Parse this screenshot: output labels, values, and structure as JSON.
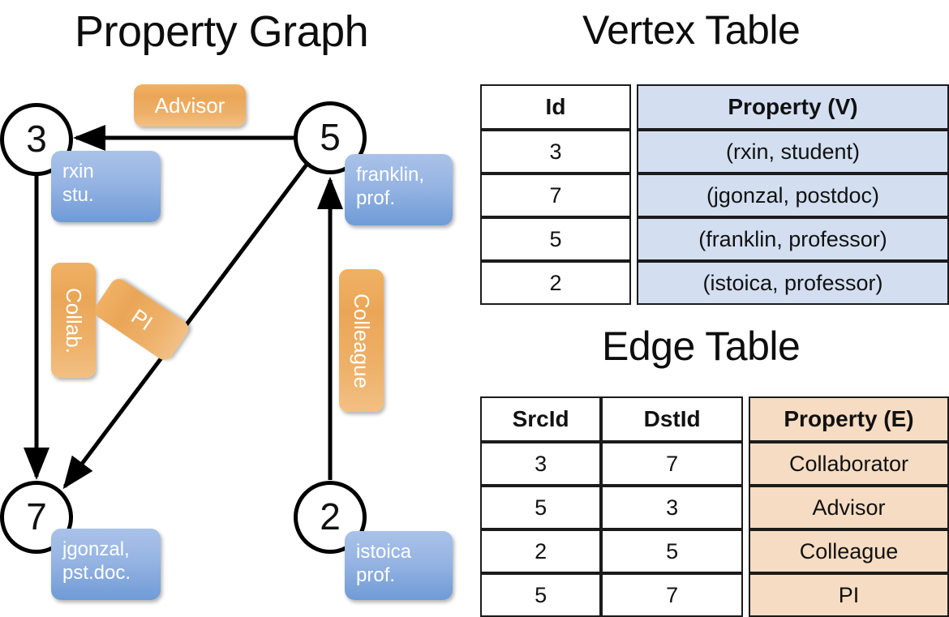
{
  "titles": {
    "graph": "Property Graph",
    "vertex_table": "Vertex Table",
    "edge_table": "Edge Table"
  },
  "colors": {
    "vertex_property_fill": "#d3dff1",
    "edge_property_fill": "#f6dcc2",
    "node_bubble_blue": "#7ba3da",
    "edge_chip_orange": "#eeab5f",
    "stroke": "#000000"
  },
  "graph": {
    "nodes": [
      {
        "id": "3",
        "name": "rxin",
        "role": "stu."
      },
      {
        "id": "5",
        "name": "franklin,",
        "role": "prof."
      },
      {
        "id": "7",
        "name": "jgonzal,",
        "role": "pst.doc."
      },
      {
        "id": "2",
        "name": "istoica",
        "role": "prof."
      }
    ],
    "edge_labels": [
      {
        "key": "advisor",
        "text": "Advisor"
      },
      {
        "key": "collab",
        "text": "Collab."
      },
      {
        "key": "pi",
        "text": "PI"
      },
      {
        "key": "colleague",
        "text": "Colleague"
      }
    ]
  },
  "vertex_table": {
    "headers": [
      "Id",
      "Property (V)"
    ],
    "rows": [
      {
        "id": "3",
        "property": "(rxin, student)"
      },
      {
        "id": "7",
        "property": "(jgonzal, postdoc)"
      },
      {
        "id": "5",
        "property": "(franklin, professor)"
      },
      {
        "id": "2",
        "property": "(istoica, professor)"
      }
    ]
  },
  "edge_table": {
    "headers": [
      "SrcId",
      "DstId",
      "Property (E)"
    ],
    "rows": [
      {
        "src": "3",
        "dst": "7",
        "property": "Collaborator"
      },
      {
        "src": "5",
        "dst": "3",
        "property": "Advisor"
      },
      {
        "src": "2",
        "dst": "5",
        "property": "Colleague"
      },
      {
        "src": "5",
        "dst": "7",
        "property": "PI"
      }
    ]
  }
}
